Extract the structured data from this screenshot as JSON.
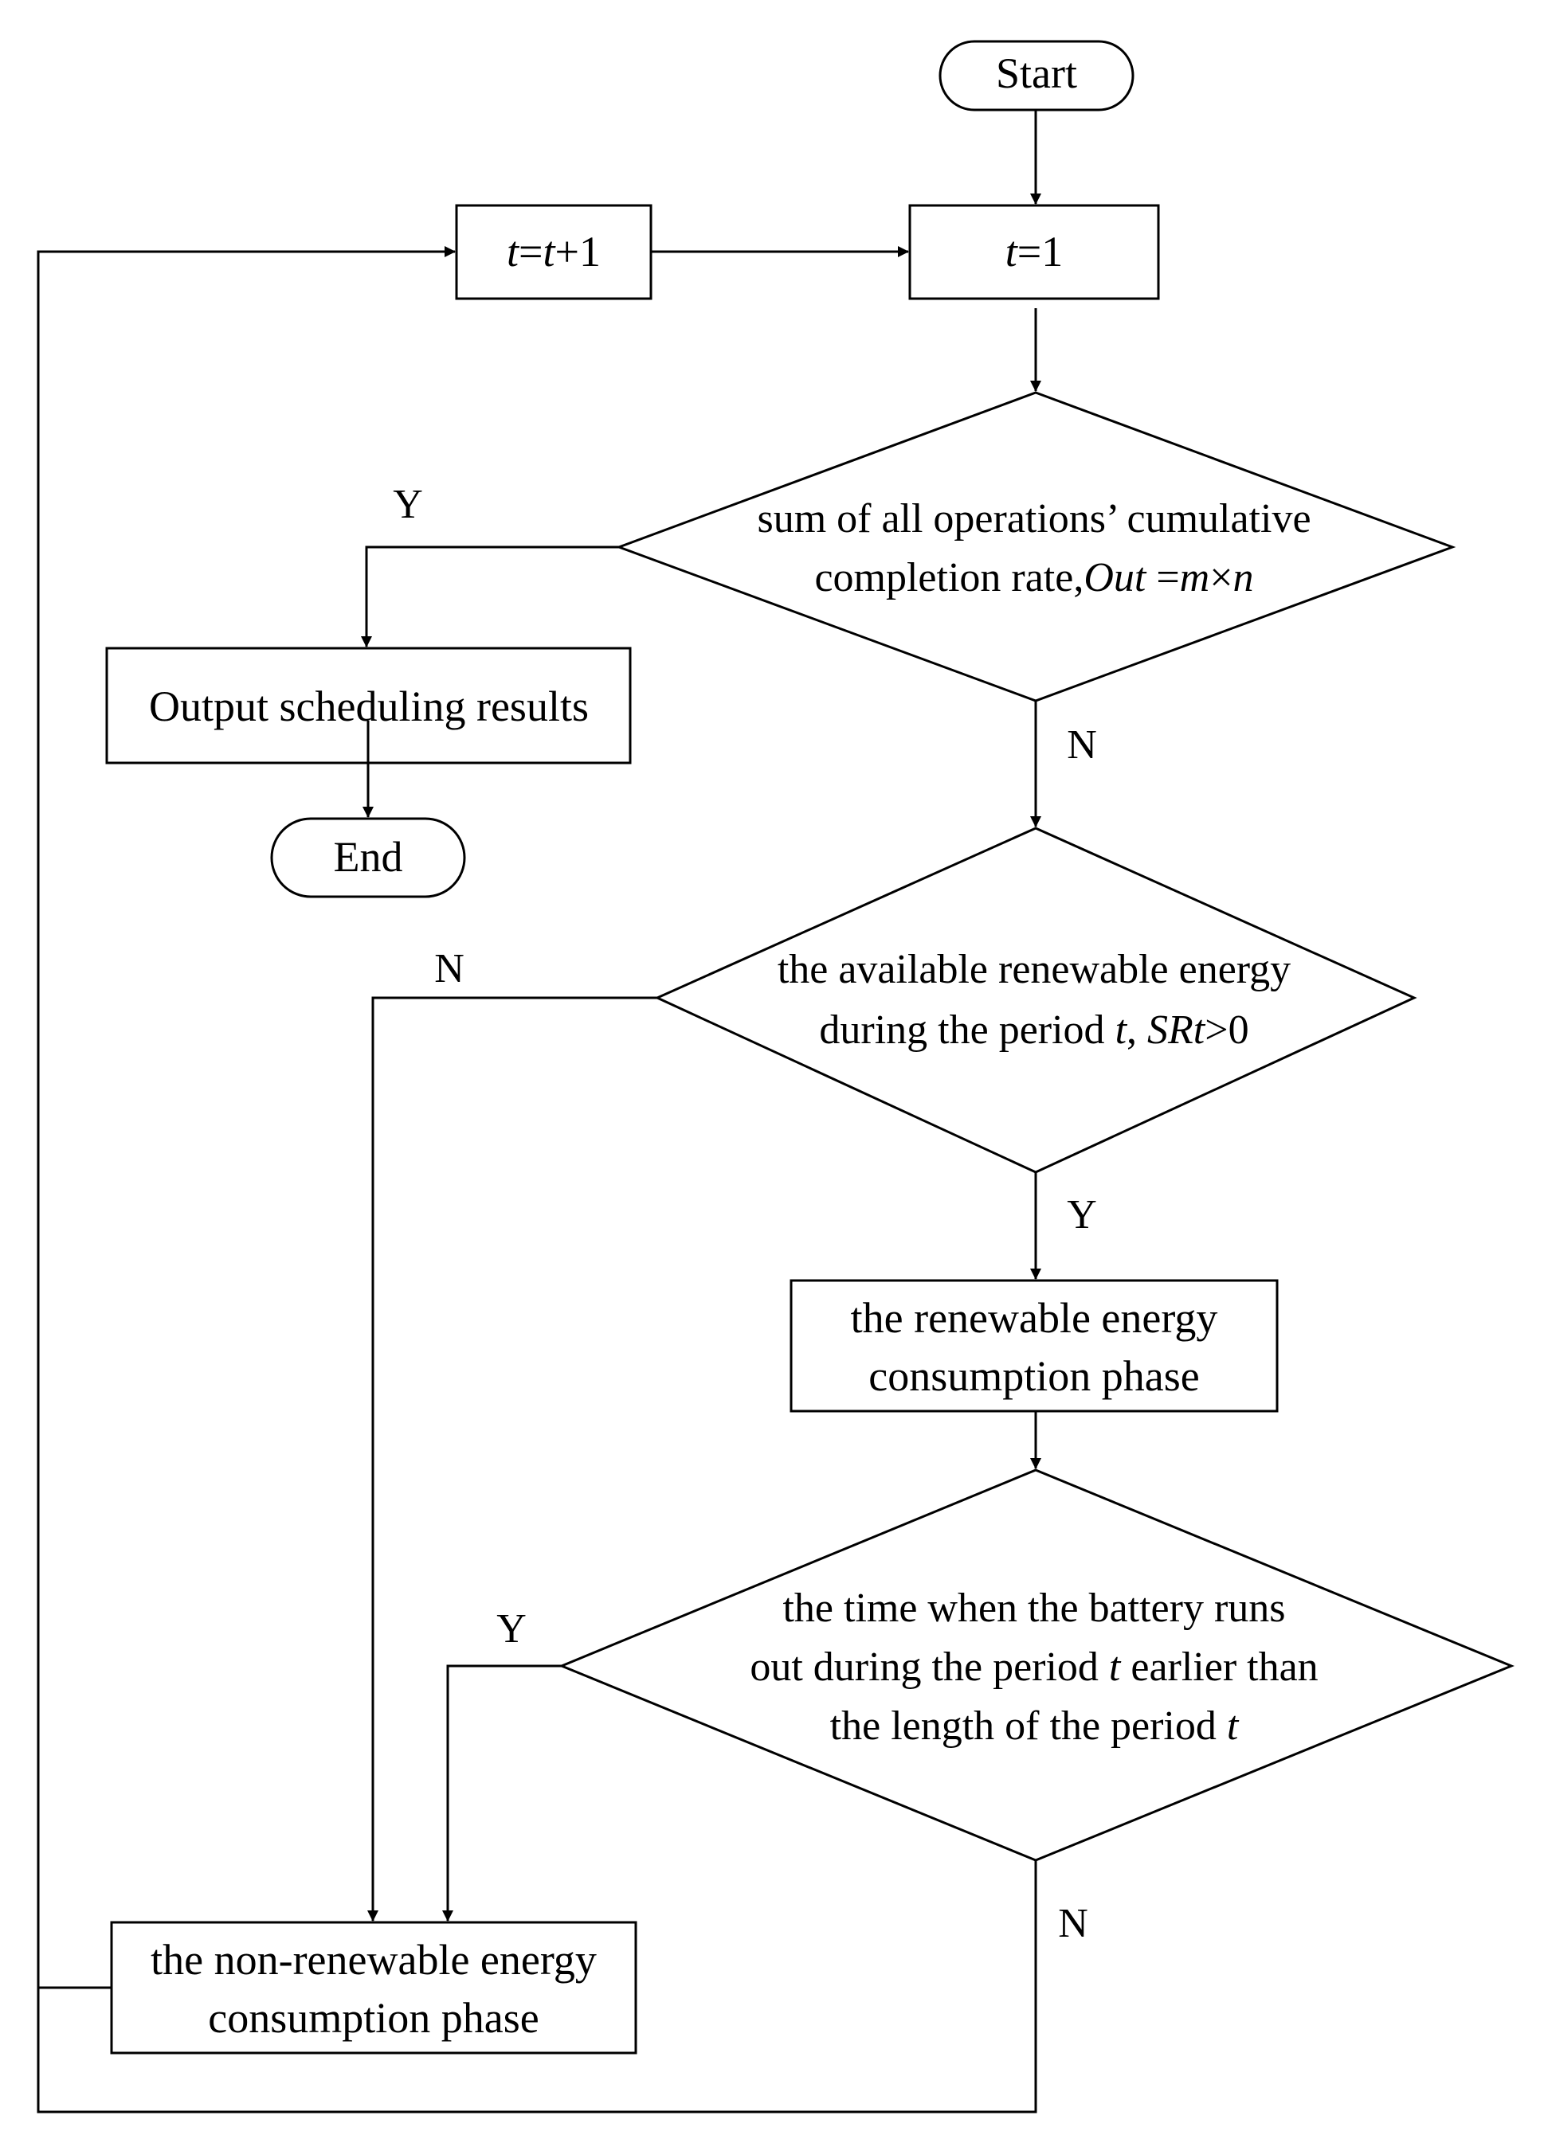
{
  "start_label": "Start",
  "end_label": "End",
  "init": {
    "var": "t",
    "op": "=1"
  },
  "increment": {
    "var1": "t",
    "eq": "=",
    "var2": "t",
    "rest": "+1"
  },
  "decision1": {
    "line1": "sum of all operations’ cumulative",
    "line2_text": "completion rate,",
    "line2_var": "Out",
    "line2_eq": " =",
    "line2_m": "m",
    "line2_times": "×",
    "line2_n": "n"
  },
  "output_label": "Output scheduling results",
  "decision2": {
    "line1": "the available renewable energy",
    "line2_text": "during the period ",
    "line2_t": "t",
    "line2_comma": ", ",
    "line2_var": "SRt",
    "line2_gt": ">",
    "line2_zero": "0"
  },
  "renewable_phase": {
    "line1": "the renewable energy",
    "line2": "consumption phase"
  },
  "decision3": {
    "line1": "the time when the battery runs",
    "line2_a": "out during the period ",
    "line2_t": "t",
    "line2_b": " earlier than",
    "line3_a": "the length of the period ",
    "line3_t": "t"
  },
  "nonrenewable_phase": {
    "line1": "the non-renewable energy",
    "line2": "consumption phase"
  },
  "branch_labels": {
    "d1_yes": "Y",
    "d1_no": "N",
    "d2_no": "N",
    "d2_yes": "Y",
    "d3_yes": "Y",
    "d3_no": "N"
  }
}
